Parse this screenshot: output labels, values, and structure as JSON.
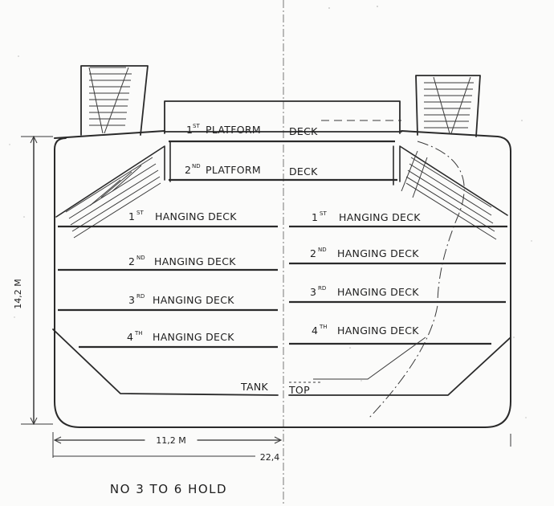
{
  "labels": {
    "platform_1_num": "1",
    "platform_1_sup": "ST",
    "platform_1_name": "PLATFORM",
    "platform_1_deck": "DECK",
    "platform_2_num": "2",
    "platform_2_sup": "ND",
    "platform_2_name": "PLATFORM",
    "platform_2_deck": "DECK",
    "left_h1_num": "1",
    "left_h1_sup": "ST",
    "left_h1_text": "HANGING  DECK",
    "right_h1_num": "1",
    "right_h1_sup": "ST",
    "right_h1_text": "HANGING  DECK",
    "left_h2_num": "2",
    "left_h2_sup": "ND",
    "left_h2_text": "HANGING  DECK",
    "right_h2_num": "2",
    "right_h2_sup": "ND",
    "right_h2_text": "HANGING  DECK",
    "left_h3_num": "3",
    "left_h3_sup": "RD",
    "left_h3_text": "HANGING  DECK",
    "right_h3_num": "3",
    "right_h3_sup": "RD",
    "right_h3_text": "HANGING  DECK",
    "left_h4_num": "4",
    "left_h4_sup": "TH",
    "left_h4_text": "HANGING  DECK",
    "right_h4_num": "4",
    "right_h4_sup": "TH",
    "right_h4_text": "HANGING  DECK",
    "tank_left": "TANK",
    "tank_right": "TOP"
  },
  "dimensions": {
    "height": "14,2 M",
    "half_width": "11,2 M",
    "full_width": "22,4"
  },
  "title": "NO  3  TO  6  HOLD"
}
